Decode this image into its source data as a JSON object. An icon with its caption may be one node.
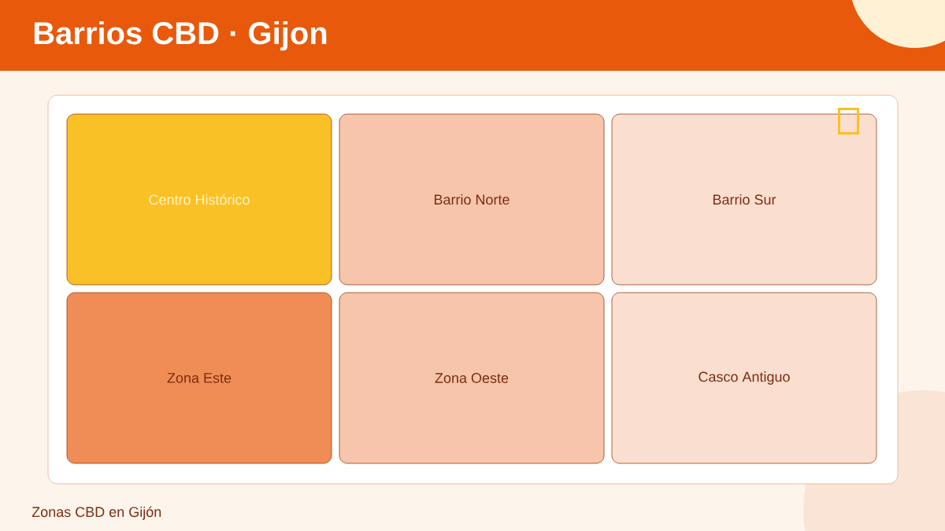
{
  "diagram": {
    "title": "Barrios CBD · Gijon",
    "caption": "Zonas CBD en Gijón",
    "nodes": [
      {
        "text": [],
        "shape": "box"
      },
      {
        "text": [
          "Centro Histórico"
        ],
        "in": 0
      },
      {
        "text": [
          "Barrio Norte"
        ],
        "in": 0
      },
      {
        "text": [
          "Barrio Sur"
        ],
        "in": 0
      },
      {
        "text": [
          "Zona Este"
        ],
        "in": 0
      },
      {
        "text": [
          "Zona Oeste"
        ],
        "in": 0
      },
      {
        "text": [
          "Casco Antiguo"
        ],
        "in": 0
      }
    ]
  }
}
